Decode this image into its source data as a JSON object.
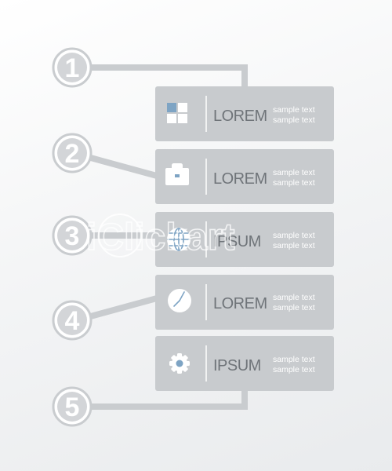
{
  "steps": [
    {
      "number": "1",
      "title": "LOREM",
      "line1": "sample text",
      "line2": "sample text",
      "icon": "windows-grid-icon"
    },
    {
      "number": "2",
      "title": "LOREM",
      "line1": "sample text",
      "line2": "sample text",
      "icon": "briefcase-icon"
    },
    {
      "number": "3",
      "title": "IPSUM",
      "line1": "sample text",
      "line2": "sample text",
      "icon": "globe-icon"
    },
    {
      "number": "4",
      "title": "LOREM",
      "line1": "sample text",
      "line2": "sample text",
      "icon": "clock-icon"
    },
    {
      "number": "5",
      "title": "IPSUM",
      "line1": "sample text",
      "line2": "sample text",
      "icon": "gear-icon"
    }
  ],
  "watermark": "iClickart",
  "colors": {
    "card": "#c8cbce",
    "connector": "#c9cccf",
    "accent": "#7ea4c4",
    "title": "#6f7479"
  }
}
